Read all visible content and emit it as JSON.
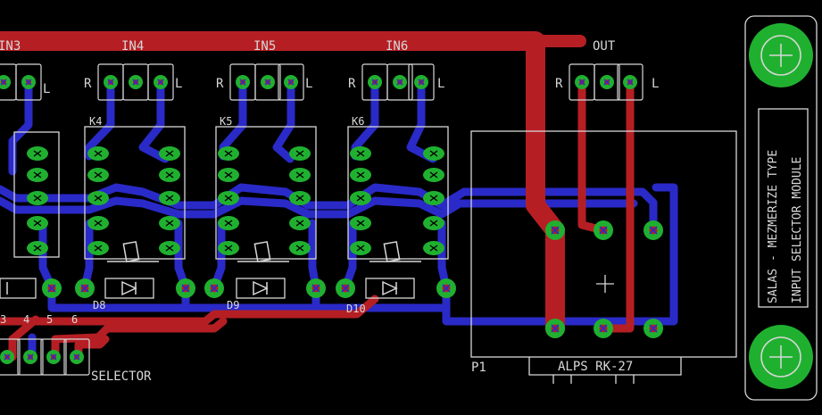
{
  "colors": {
    "background": "#000000",
    "top_copper": "#b51f24",
    "bottom_copper": "#2a2ac8",
    "pad": "#20b030",
    "silkscreen": "#d8d8d8"
  },
  "connectors": {
    "in3": "IN3",
    "in4": "IN4",
    "in5": "IN5",
    "in6": "IN6",
    "out": "OUT",
    "selector": "SELECTOR"
  },
  "channel_marks": {
    "right": "R",
    "left": "L"
  },
  "relays": [
    "K4",
    "K5",
    "K6"
  ],
  "diodes": [
    "D8",
    "D9",
    "D10"
  ],
  "selector_pins": [
    "3",
    "4",
    "5",
    "6"
  ],
  "pot": {
    "ref": "P1",
    "value": "ALPS RK-27"
  },
  "title_block": {
    "line1": "SALAS - MEZMERIZE TYPE",
    "line2": "INPUT SELECTOR MODULE"
  },
  "mounting_holes": [
    "mounting-hole-top",
    "mounting-hole-bottom"
  ]
}
